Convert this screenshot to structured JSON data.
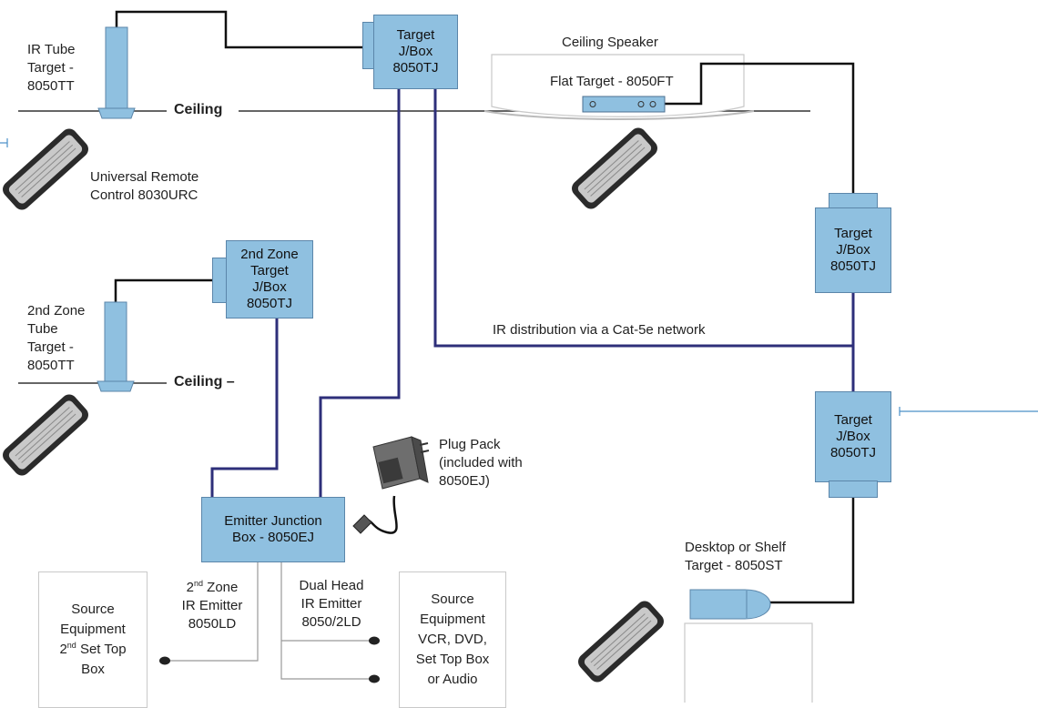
{
  "colors": {
    "cat5": "#2e2f7a",
    "wire": "#111111",
    "box": "#8fc0e0",
    "box_border": "#5b86aa"
  },
  "labels": {
    "ir_tube_target": [
      "IR Tube",
      "Target -",
      "8050TT"
    ],
    "ceiling_1": "Ceiling",
    "universal_remote": [
      "Universal Remote",
      "Control 8030URC"
    ],
    "ceiling_speaker": "Ceiling Speaker",
    "flat_target": "Flat Target - 8050FT",
    "ir_distribution": "IR distribution via a Cat-5e network",
    "zone2_tube_target": [
      "2nd Zone",
      "Tube",
      "Target -",
      "8050TT"
    ],
    "ceiling_2": "Ceiling  –",
    "plug_pack": [
      "Plug Pack",
      "(included with",
      "8050EJ)"
    ],
    "zone2_ir_emitter": {
      "num": "2",
      "sup": "nd",
      "text": " Zone",
      "line2": "IR Emitter",
      "line3": "8050LD"
    },
    "dual_head": [
      "Dual Head",
      "IR Emitter",
      "8050/2LD"
    ],
    "source_set_top": {
      "l1": "Source",
      "l2": "Equipment",
      "num": "2",
      "sup": "nd",
      "text": " Set Top",
      "l4": "Box"
    },
    "source_vcr": [
      "Source",
      "Equipment",
      "VCR, DVD,",
      "Set Top Box",
      "or Audio"
    ],
    "desktop_target": [
      "Desktop or Shelf",
      "Target - 8050ST"
    ]
  },
  "boxes": {
    "target_top": [
      "Target",
      "J/Box",
      "8050TJ"
    ],
    "zone2_target": [
      "2nd Zone",
      "Target",
      "J/Box",
      "8050TJ"
    ],
    "target_right_1": [
      "Target",
      "J/Box",
      "8050TJ"
    ],
    "target_right_2": [
      "Target",
      "J/Box",
      "8050TJ"
    ],
    "emitter_junction": [
      "Emitter Junction",
      "Box - 8050EJ"
    ]
  },
  "icons": [
    "remote-control-icon",
    "ir-tube-target-icon",
    "flat-target-icon",
    "plug-pack-icon",
    "ir-emitter-icon",
    "desktop-target-icon"
  ]
}
